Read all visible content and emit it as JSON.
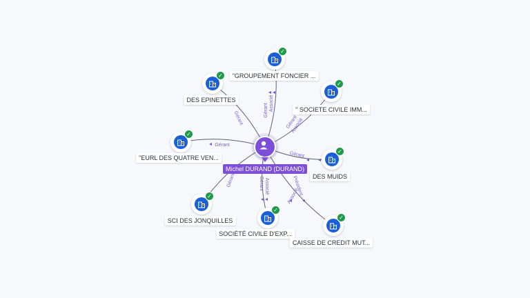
{
  "center": {
    "label": "Michel DURAND (DURAND)",
    "icon": "person-icon"
  },
  "companies": [
    {
      "id": "groupement",
      "label": "\"GROUPEMENT FONCIER ...",
      "icon": "building-icon",
      "status": "check-icon"
    },
    {
      "id": "epinettes",
      "label": "DES EPINETTES",
      "icon": "building-icon",
      "status": "check-icon"
    },
    {
      "id": "sci-imm",
      "label": "\" SOCIETE CIVILE IMM...",
      "icon": "building-icon",
      "status": "check-icon"
    },
    {
      "id": "eurl",
      "label": "\"EURL DES QUATRE VEN...",
      "icon": "building-icon",
      "status": "check-icon"
    },
    {
      "id": "muids",
      "label": "DES MUIDS",
      "icon": "building-icon",
      "status": "check-icon"
    },
    {
      "id": "jonquilles",
      "label": "SCI DES JONQUILLES",
      "icon": "building-icon",
      "status": "check-icon"
    },
    {
      "id": "exp",
      "label": "SOCIÉTÉ CIVILE D'EXP...",
      "icon": "building-icon",
      "status": "check-icon"
    },
    {
      "id": "caisse",
      "label": "CAISSE DE CREDIT MUT...",
      "icon": "building-icon",
      "status": "check-icon"
    }
  ],
  "edge_labels": {
    "groupement": [
      "Gérant",
      "Associé"
    ],
    "epinettes": [
      "Gérant"
    ],
    "sci-imm": [
      "Gérant",
      "Associé"
    ],
    "eurl": [
      "Gérant"
    ],
    "muids": [
      "Gérant"
    ],
    "jonquilles": [
      "Gérant"
    ],
    "exp": [
      "Gérant",
      "Associé"
    ],
    "caisse": [
      "Président",
      "Associé"
    ]
  },
  "colors": {
    "person": "#7d4fd8",
    "company": "#1a5fd6",
    "status_ok": "#1f9a4a",
    "edge": "#5b6178",
    "edge_label": "#7b62c9",
    "background": "#f7f8fc"
  }
}
